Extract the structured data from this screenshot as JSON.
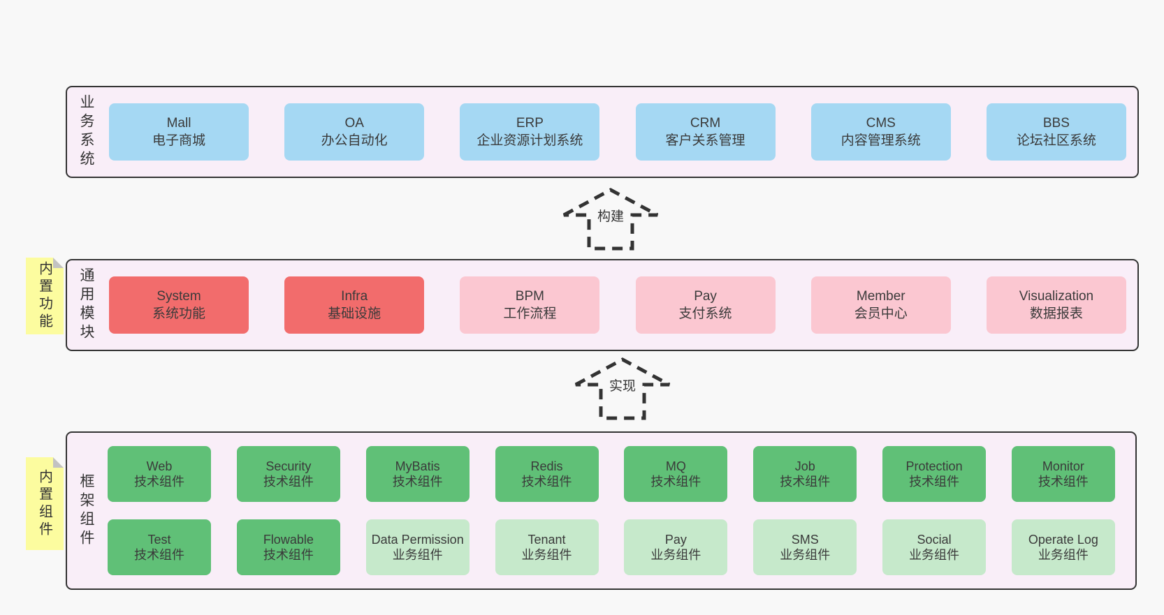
{
  "palette": {
    "page_bg": "#f8f8f8",
    "container_bg": "#f9eef8",
    "container_border": "#333333",
    "blue": "#a5d8f3",
    "red": "#f26c6c",
    "pink": "#fbc7d1",
    "green": "#60c077",
    "lightgreen": "#c6e9cb",
    "note_yellow": "#fcfc9f",
    "note_fold": "#c2c2c2",
    "text": "#3a3a3a"
  },
  "arrows": [
    {
      "label": "构建"
    },
    {
      "label": "实现"
    }
  ],
  "sections": [
    {
      "label": "业务系统",
      "boxes": [
        {
          "en": "Mall",
          "zh": "电子商城"
        },
        {
          "en": "OA",
          "zh": "办公自动化"
        },
        {
          "en": "ERP",
          "zh": "企业资源计划系统"
        },
        {
          "en": "CRM",
          "zh": "客户关系管理"
        },
        {
          "en": "CMS",
          "zh": "内容管理系统"
        },
        {
          "en": "BBS",
          "zh": "论坛社区系统"
        }
      ]
    },
    {
      "label": "通用模块",
      "note": "内置功能",
      "boxes": [
        {
          "en": "System",
          "zh": "系统功能"
        },
        {
          "en": "Infra",
          "zh": "基础设施"
        },
        {
          "en": "BPM",
          "zh": "工作流程"
        },
        {
          "en": "Pay",
          "zh": "支付系统"
        },
        {
          "en": "Member",
          "zh": "会员中心"
        },
        {
          "en": "Visualization",
          "zh": "数据报表"
        }
      ]
    },
    {
      "label": "框架组件",
      "note": "内置组件",
      "rows": [
        [
          {
            "en": "Web",
            "zh": "技术组件"
          },
          {
            "en": "Security",
            "zh": "技术组件"
          },
          {
            "en": "MyBatis",
            "zh": "技术组件"
          },
          {
            "en": "Redis",
            "zh": "技术组件"
          },
          {
            "en": "MQ",
            "zh": "技术组件"
          },
          {
            "en": "Job",
            "zh": "技术组件"
          },
          {
            "en": "Protection",
            "zh": "技术组件"
          },
          {
            "en": "Monitor",
            "zh": "技术组件"
          }
        ],
        [
          {
            "en": "Test",
            "zh": "技术组件"
          },
          {
            "en": "Flowable",
            "zh": "技术组件"
          },
          {
            "en": "Data Permission",
            "zh": "业务组件"
          },
          {
            "en": "Tenant",
            "zh": "业务组件"
          },
          {
            "en": "Pay",
            "zh": "业务组件"
          },
          {
            "en": "SMS",
            "zh": "业务组件"
          },
          {
            "en": "Social",
            "zh": "业务组件"
          },
          {
            "en": "Operate Log",
            "zh": "业务组件"
          }
        ]
      ]
    }
  ]
}
